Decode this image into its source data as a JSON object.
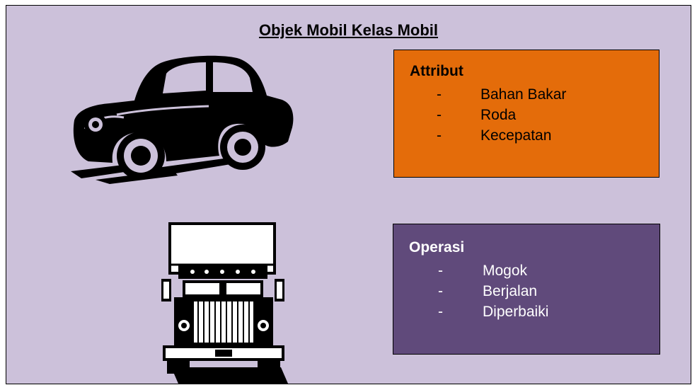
{
  "diagram": {
    "title": "Objek Mobil Kelas Mobil",
    "attribute_box": {
      "heading": "Attribut",
      "bullet": "-",
      "items": [
        "Bahan Bakar",
        "Roda",
        "Kecepatan"
      ],
      "color": "#e46c0a"
    },
    "operation_box": {
      "heading": "Operasi",
      "bullet": "-",
      "items": [
        "Mogok",
        "Berjalan",
        "Diperbaiki"
      ],
      "color": "#604a7b"
    },
    "background_color": "#ccc1da",
    "images": [
      "vintage-car-icon",
      "truck-icon"
    ]
  }
}
